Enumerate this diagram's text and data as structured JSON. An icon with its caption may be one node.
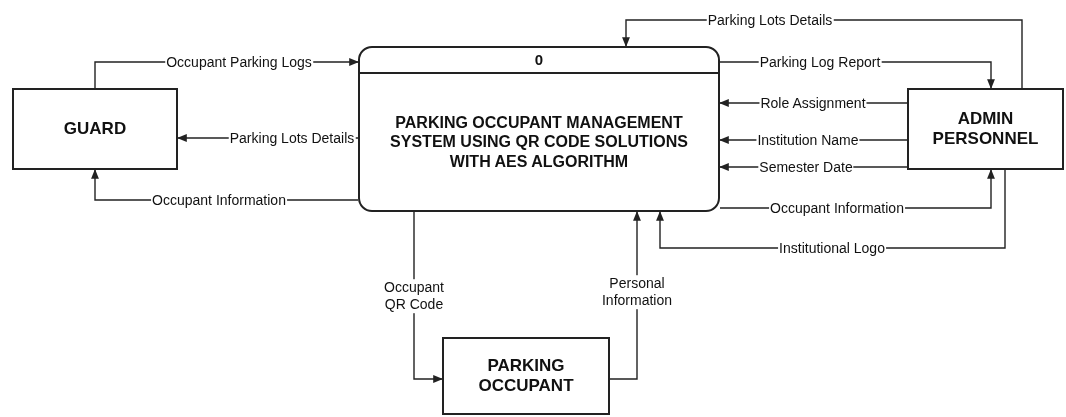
{
  "diagram": {
    "nodes": [
      {
        "text": [
          "GUARD"
        ]
      },
      {
        "text": [
          "0",
          "PARKING OCCUPANT MANAGEMENT SYSTEM USING QR CODE SOLUTIONS WITH AES ALGORITHM"
        ]
      },
      {
        "text": [
          "ADMIN PERSONNEL"
        ]
      },
      {
        "text": [
          "PARKING OCCUPANT"
        ]
      }
    ],
    "edges": [
      {
        "from": 0,
        "to": 1,
        "arrow": "to",
        "label": "Occupant Parking Logs"
      },
      {
        "from": 1,
        "to": 0,
        "arrow": "to",
        "label": "Parking Lots Details"
      },
      {
        "from": 1,
        "to": 0,
        "arrow": "to",
        "label": "Occupant  Information"
      },
      {
        "from": 2,
        "to": 1,
        "arrow": "to",
        "label": "Parking Lots Details"
      },
      {
        "from": 1,
        "to": 2,
        "arrow": "to",
        "label": "Parking Log Report"
      },
      {
        "from": 2,
        "to": 1,
        "arrow": "to",
        "label": "Role Assignment"
      },
      {
        "from": 2,
        "to": 1,
        "arrow": "to",
        "label": "Institution Name"
      },
      {
        "from": 2,
        "to": 1,
        "arrow": "to",
        "label": "Semester Date"
      },
      {
        "from": 1,
        "to": 2,
        "arrow": "to",
        "label": "Occupant Information"
      },
      {
        "from": 2,
        "to": 1,
        "arrow": "to",
        "label": "Institutional Logo"
      },
      {
        "from": 1,
        "to": 3,
        "arrow": "to",
        "label": "Occupant QR Code"
      },
      {
        "from": 3,
        "to": 1,
        "arrow": "to",
        "label": "Personal Information"
      }
    ]
  }
}
